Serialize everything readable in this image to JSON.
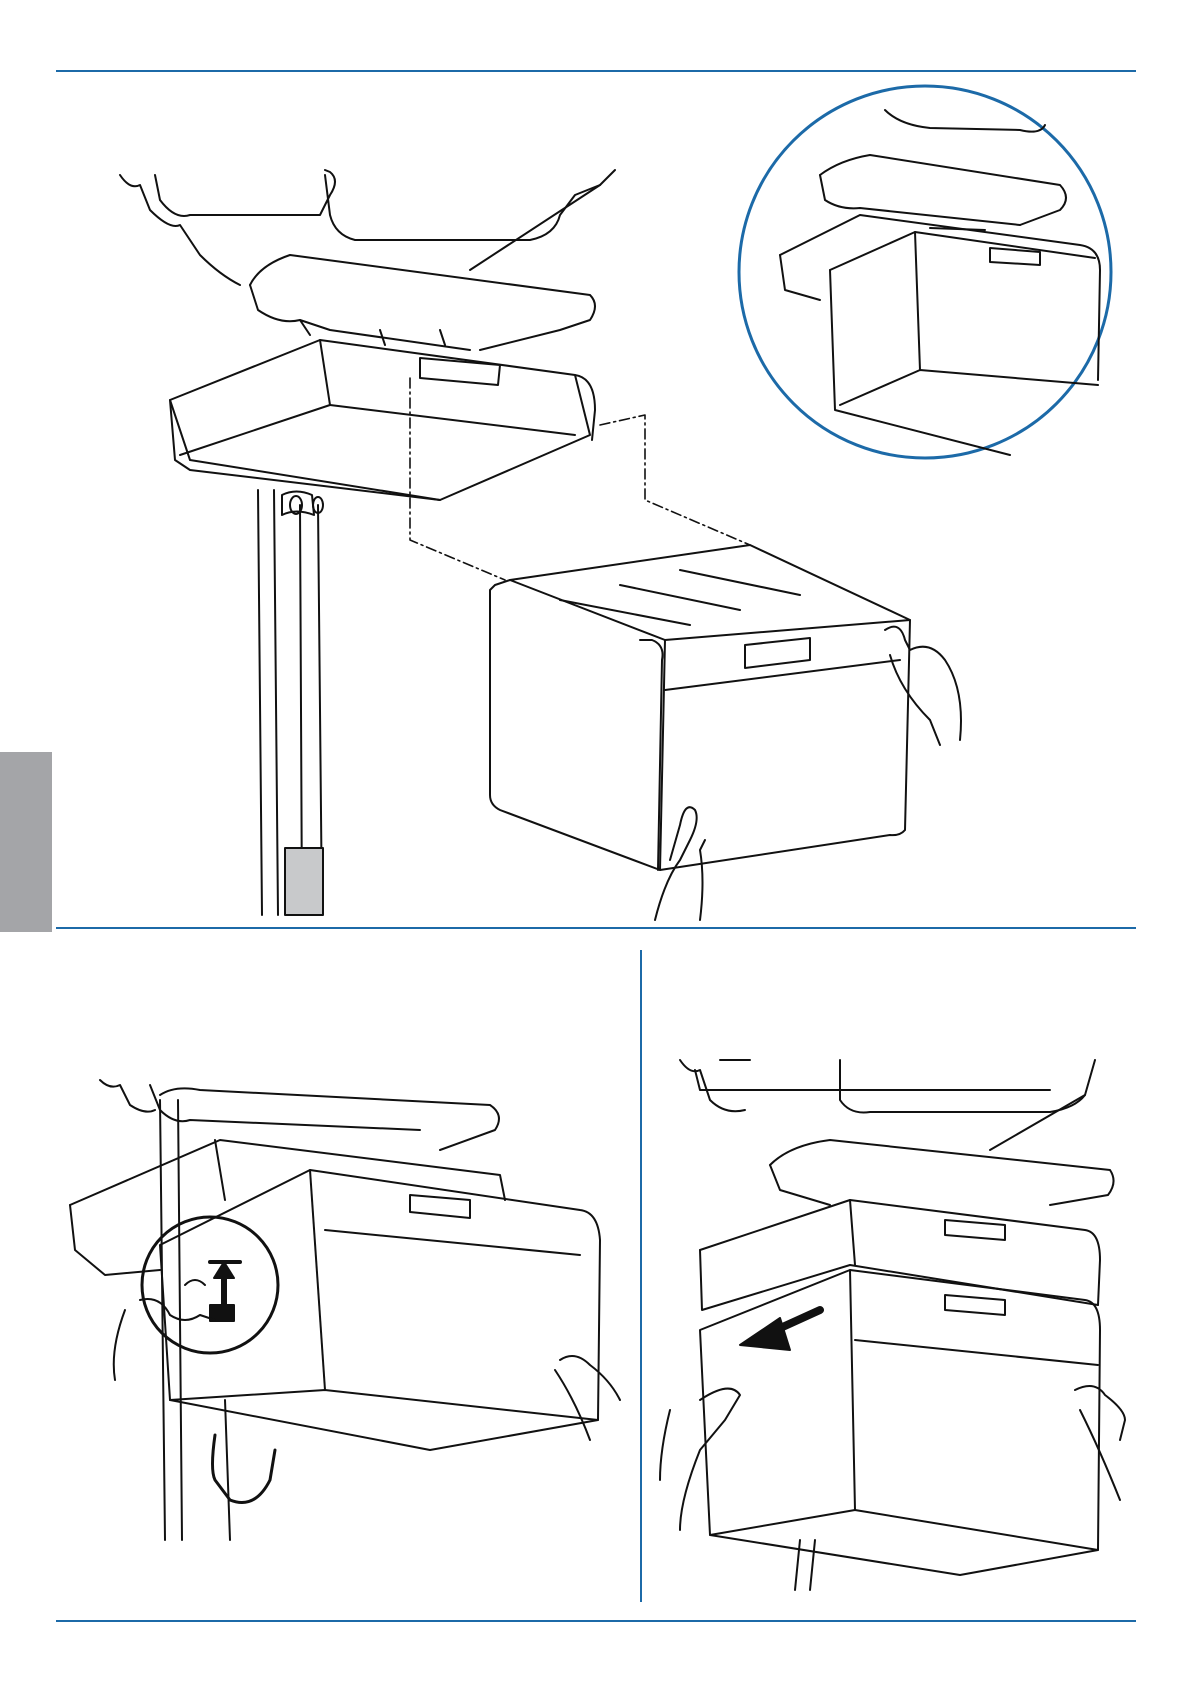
{
  "page": {
    "accent_color": "#1c6aa8",
    "side_tab_color": "#a4a5a8"
  },
  "figures": [
    {
      "id": "main-install",
      "icons": [
        "tray-icon",
        "box-icon",
        "hand-icon",
        "pole-icon"
      ]
    },
    {
      "id": "detail-circle",
      "icons": [
        "magnifier-detail-icon"
      ]
    },
    {
      "id": "lock-release",
      "icons": [
        "up-arrow-icon",
        "hand-icon"
      ]
    },
    {
      "id": "slide-off",
      "icons": [
        "left-arrow-icon",
        "hand-icon"
      ]
    }
  ]
}
